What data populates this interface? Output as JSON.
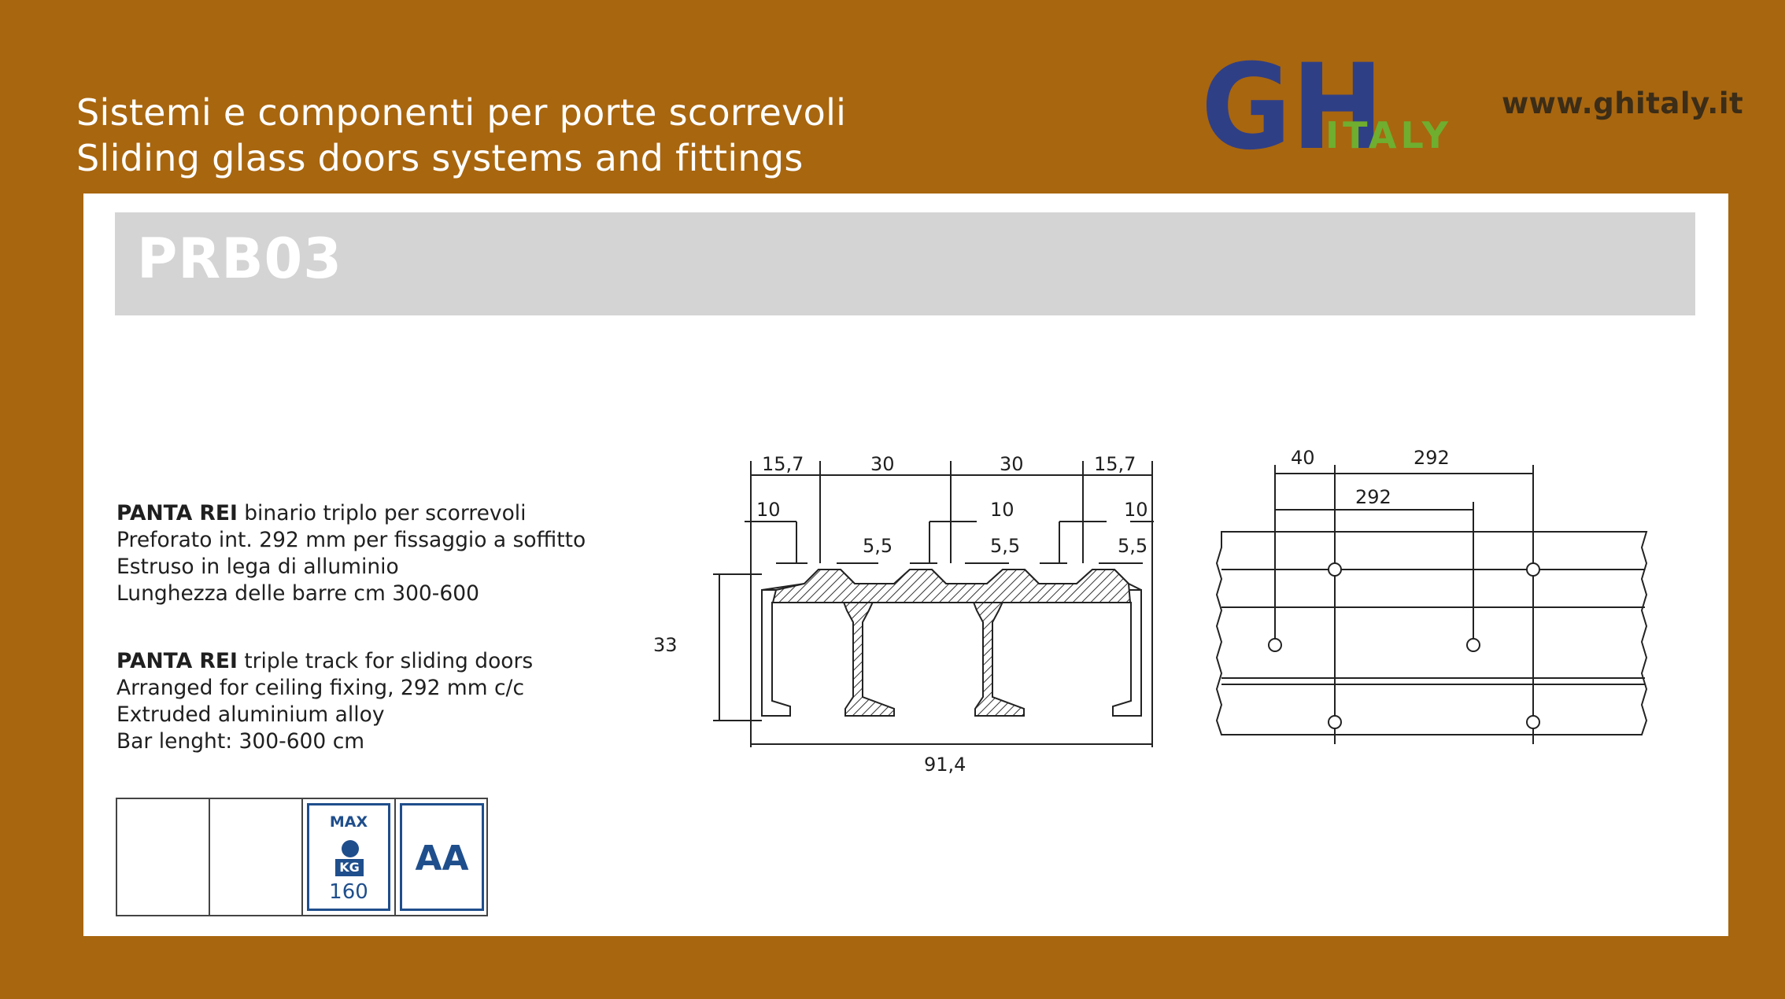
{
  "header": {
    "line1": "Sistemi e componenti per porte scorrevoli",
    "line2": "Sliding glass doors systems and fittings",
    "website": "www.ghitaly.it",
    "logo": {
      "main": "GH",
      "sub": "ITALY",
      "colors": {
        "gh": "#2f3f86",
        "italy": "#6fae2f"
      }
    }
  },
  "product": {
    "code": "PRB03",
    "description_it": [
      {
        "bold": "PANTA REI",
        "rest": " binario triplo per scorrevoli"
      },
      {
        "bold": "",
        "rest": "Preforato int. 292 mm per fissaggio a soffitto"
      },
      {
        "bold": "",
        "rest": "Estruso in lega di alluminio"
      },
      {
        "bold": "",
        "rest": "Lunghezza delle barre cm 300-600"
      }
    ],
    "description_en": [
      {
        "bold": "PANTA REI",
        "rest": " triple track for sliding doors"
      },
      {
        "bold": "",
        "rest": "Arranged for ceiling fixing, 292 mm c/c"
      },
      {
        "bold": "",
        "rest": "Extruded aluminium alloy"
      },
      {
        "bold": "",
        "rest": "Bar lenght: 300-600 cm"
      }
    ]
  },
  "section_drawing": {
    "dims_top": [
      "15,7",
      "30",
      "30",
      "15,7"
    ],
    "dims_mid": [
      "10",
      "10",
      "10"
    ],
    "dims_small": [
      "5,5",
      "5,5",
      "5,5"
    ],
    "height": "33",
    "width": "91,4"
  },
  "plan_drawing": {
    "dims": [
      "40",
      "292",
      "292"
    ]
  },
  "icons": {
    "capacity": {
      "max_label": "MAX",
      "unit": "KG",
      "value": "160",
      "icon": "weight-icon"
    },
    "finish": {
      "label": "AA",
      "icon": "anodized-finish-icon"
    },
    "color": "#1f4e8c"
  },
  "colors": {
    "background": "#a8660f",
    "panel": "#ffffff",
    "title_bar": "#d4d4d4"
  }
}
